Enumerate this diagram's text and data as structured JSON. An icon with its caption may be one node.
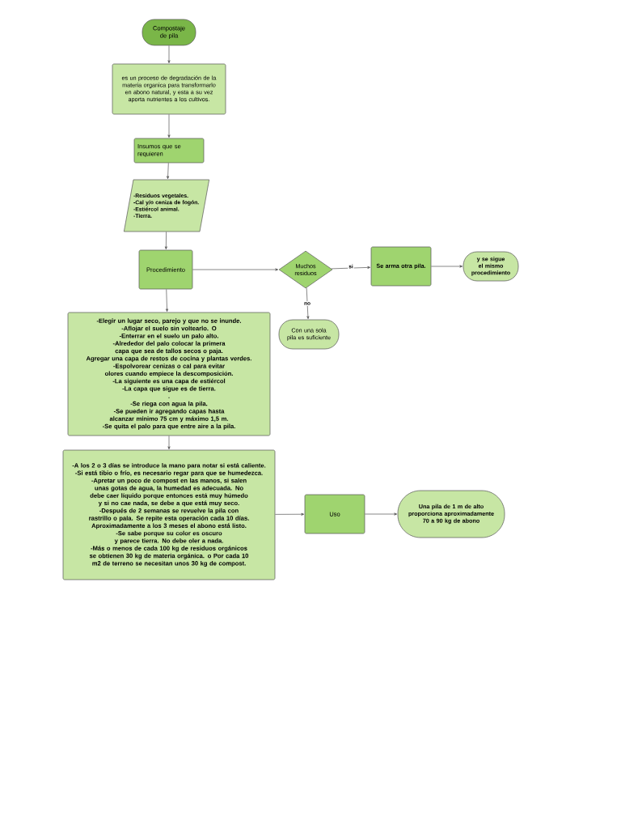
{
  "diagram": {
    "nodes": [
      {
        "text": [
          "Compostaje de pila"
        ]
      },
      {
        "text": [
          "es un proceso de degradación de la materia organica para transformarlo en abono natural, y esta a su vez aporta nutrientes a los cultivos."
        ]
      },
      {
        "text": [
          "Insumos que se requieren"
        ]
      },
      {
        "text": [
          "-Residuos vegetales.",
          "-Cal y/o ceniza de fogón.",
          "-Estiércol animal.",
          "-Tierra."
        ]
      },
      {
        "text": [
          "Procedimiento"
        ]
      },
      {
        "text": [
          "Muchos residuos"
        ]
      },
      {
        "text": [
          "Se arma otra pila."
        ]
      },
      {
        "text": [
          "y se sigue el mismo procedimiento"
        ]
      },
      {
        "text": [
          "Con una sola pila es suficiente"
        ]
      },
      {
        "text": [
          "-Elegir un lugar seco, parejo y que no se inunde.",
          "-Aflojar el suelo sin voltearlo. O",
          "-Enterrar en el suelo un palo alto.",
          "-Alrededor del palo colocar la primera capa que sea de tallos secos o paja.",
          "Agregar una capa de restos de cocina y plantas verdes.",
          "-Espolvorear cenizas o cal para evitar olores cuando empiece la descomposición.",
          "-La siguiente es una capa de estiércol",
          "-La capa que sigue es de tierra.",
          ".",
          "-Se riega con agua la pila.",
          "-Se pueden ir agregando capas hasta alcanzar mínimo 75 cm y máximo 1,5 m.",
          "-Se quita el palo para que entre aire a la pila."
        ]
      },
      {
        "text": [
          "-A los 2 o 3 días se introduce la mano para notar si está caliente.",
          "-Si está tibio o frío, es necesario regar para que se humedezca.",
          "-Apretar un poco de compost en las manos, si salen unas gotas de agua, la humedad es adecuada. No debe caer líquido porque entonces está muy húmedo y si no cae nada, se debe a que está muy seco.",
          "-Después de 2 semanas se revuelve la pila con rastrillo o pala. Se repite esta operación cada 10 días. Aproximadamente a los 3 meses el abono está listo.",
          "-Se sabe porque su color es oscuro y parece tierra. No debe oler a nada.",
          "-Más o menos de cada 100 kg de residuos orgánicos se obtienen 30 kg de materia orgánica. o Por cada 10 m2 de terreno se necesitan unos 30 kg de compost."
        ]
      },
      {
        "text": [
          "Uso"
        ]
      },
      {
        "text": [
          "Una pila de 1 m de alto proporciona aproximadamente 70 a 90 kg de abono"
        ]
      }
    ],
    "edges": [
      {
        "from": 0,
        "to": 1,
        "arrow": "to"
      },
      {
        "from": 1,
        "to": 2,
        "arrow": "to"
      },
      {
        "from": 2,
        "to": 3,
        "arrow": "to"
      },
      {
        "from": 3,
        "to": 4,
        "arrow": "to"
      },
      {
        "from": 4,
        "to": 5,
        "arrow": "to"
      },
      {
        "from": 5,
        "to": 6,
        "arrow": "to",
        "label": "si"
      },
      {
        "from": 6,
        "to": 7,
        "arrow": "to"
      },
      {
        "from": 5,
        "to": 8,
        "arrow": "to",
        "label": "no"
      },
      {
        "from": 4,
        "to": 9,
        "arrow": "to"
      },
      {
        "from": 9,
        "to": 10,
        "arrow": "to"
      },
      {
        "from": 10,
        "to": 11,
        "arrow": "to"
      },
      {
        "from": 11,
        "to": 12,
        "arrow": "to"
      }
    ]
  }
}
